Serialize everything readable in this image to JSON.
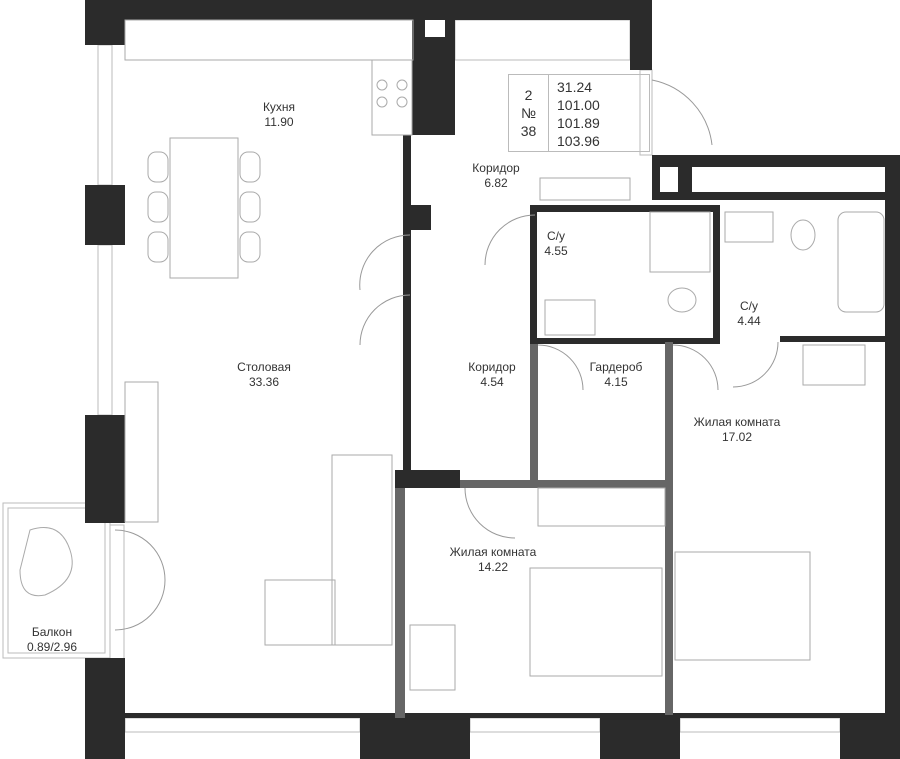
{
  "apartment": {
    "rooms_count": "2",
    "number_sign": "№",
    "number": "38",
    "areas": [
      "31.24",
      "101.00",
      "101.89",
      "103.96"
    ]
  },
  "rooms": [
    {
      "name": "Кухня",
      "area": "11.90"
    },
    {
      "name": "Коридор",
      "area": "6.82"
    },
    {
      "name": "С/у",
      "area": "4.55"
    },
    {
      "name": "С/у",
      "area": "4.44"
    },
    {
      "name": "Столовая",
      "area": "33.36"
    },
    {
      "name": "Коридор",
      "area": "4.54"
    },
    {
      "name": "Гардероб",
      "area": "4.15"
    },
    {
      "name": "Жилая комната",
      "area": "17.02"
    },
    {
      "name": "Жилая комната",
      "area": "14.22"
    },
    {
      "name": "Балкон",
      "area": "0.89/2.96"
    }
  ],
  "colors": {
    "wall": "#2b2b2b",
    "partition": "#555555",
    "furniture": "#aaaaaa"
  }
}
